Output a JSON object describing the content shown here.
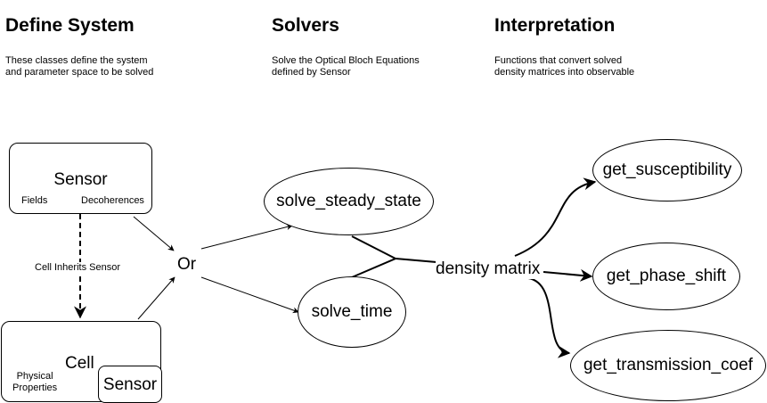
{
  "columns": {
    "define": {
      "title": "Define System",
      "description": "These classes define the system\nand parameter space to be solved"
    },
    "solvers": {
      "title": "Solvers",
      "description": "Solve the Optical Bloch Equations\ndefined by Sensor"
    },
    "interpretation": {
      "title": "Interpretation",
      "description": "Functions that convert solved\ndensity matrices into observable"
    }
  },
  "nodes": {
    "sensor": {
      "label": "Sensor",
      "left_label": "Fields",
      "right_label": "Decoherences"
    },
    "cell": {
      "label": "Cell",
      "left_label": "Physical\nProperties",
      "inner_label": "Sensor"
    },
    "or": {
      "label": "Or"
    },
    "solve_steady_state": {
      "label": "solve_steady_state"
    },
    "solve_time": {
      "label": "solve_time"
    },
    "density_matrix": {
      "label": "density matrix"
    },
    "get_susceptibility": {
      "label": "get_susceptibility"
    },
    "get_phase_shift": {
      "label": "get_phase_shift"
    },
    "get_transmission_coef": {
      "label": "get_transmission_coef"
    }
  },
  "edges": {
    "inherit_label": "Cell Inherits Sensor"
  }
}
